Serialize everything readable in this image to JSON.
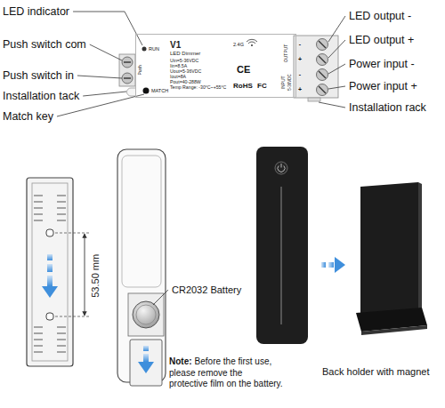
{
  "diagram": {
    "nodes": [
      {
        "text": [
          "V1",
          "LED Dimmer",
          "Uin=5-36VDC",
          "Iin=8.5A",
          "Uout=5-36VDC",
          "Iout=8A",
          "Pout=40-288W",
          "Temp Range: -30°C~+55°C"
        ]
      }
    ],
    "labels": [
      "LED indicator",
      "Push switch com",
      "Push switch in",
      "Installation tack",
      "Match key",
      "LED output -",
      "LED output +",
      "Power input -",
      "Power input +",
      "Installation rack",
      "RUN",
      "Push",
      "MATCH",
      "2.4G",
      "CE",
      "RoHS",
      "FC",
      "OUTPUT",
      "INPUT",
      "5-36VDC",
      "53.50 mm",
      "CR2032 Battery",
      "Note:",
      "Before the first use, please remove the protective film on the battery.",
      "Back holder with magnet",
      "-",
      "+",
      "-",
      "+"
    ]
  }
}
